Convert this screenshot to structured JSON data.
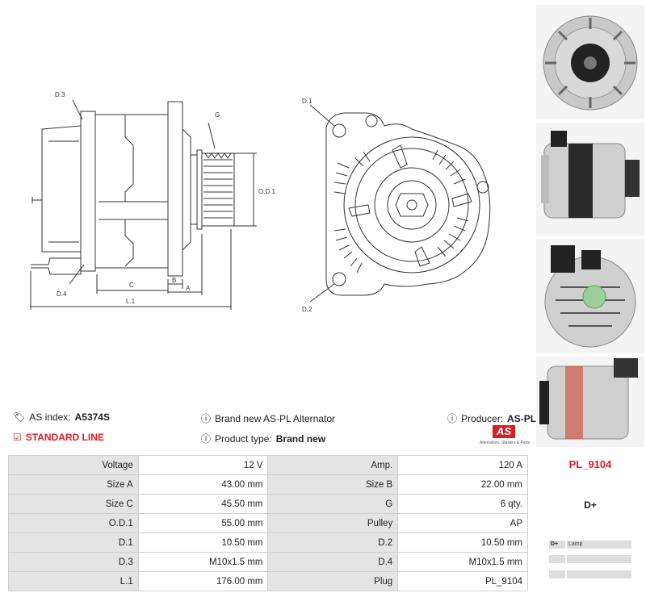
{
  "diagram_labels": {
    "d3": "D.3",
    "d4": "D.4",
    "g": "G",
    "od1": "O.D.1",
    "c": "C",
    "b": "B",
    "a": "A",
    "l1": "L.1",
    "d1": "D.1",
    "d2": "D.2"
  },
  "info": {
    "as_index_label": "AS index:",
    "as_index_value": "A5374S",
    "line_label": "STANDARD LINE",
    "description": "Brand new AS-PL Alternator",
    "product_type_label": "Product type:",
    "product_type_value": "Brand new",
    "producer_label": "Producer:",
    "producer_value": "AS-PL",
    "logo_text": "AS",
    "logo_caption": "Alternators, Starters & Parts"
  },
  "specs": [
    {
      "l1": "Voltage",
      "v1": "12 V",
      "l2": "Amp.",
      "v2": "120 A"
    },
    {
      "l1": "Size A",
      "v1": "43.00 mm",
      "l2": "Size B",
      "v2": "22.00 mm"
    },
    {
      "l1": "Size C",
      "v1": "45.50 mm",
      "l2": "G",
      "v2": "6 qty."
    },
    {
      "l1": "O.D.1",
      "v1": "55.00 mm",
      "l2": "Pulley",
      "v2": "AP"
    },
    {
      "l1": "D.1",
      "v1": "10.50 mm",
      "l2": "D.2",
      "v2": "10.50 mm"
    },
    {
      "l1": "D.3",
      "v1": "M10x1.5 mm",
      "l2": "D.4",
      "v2": "M10x1.5 mm"
    },
    {
      "l1": "L.1",
      "v1": "176.00 mm",
      "l2": "Plug",
      "v2": "PL_9104"
    }
  ],
  "plug": {
    "code": "PL_9104",
    "terminal": "D+",
    "pins": [
      {
        "key": "D+",
        "value": "Lamp"
      },
      {
        "key": "",
        "value": ""
      },
      {
        "key": "",
        "value": ""
      }
    ]
  },
  "colors": {
    "accent_red": "#d62027",
    "label_bg": "#e4e4e4",
    "border": "#cfcfcf"
  }
}
